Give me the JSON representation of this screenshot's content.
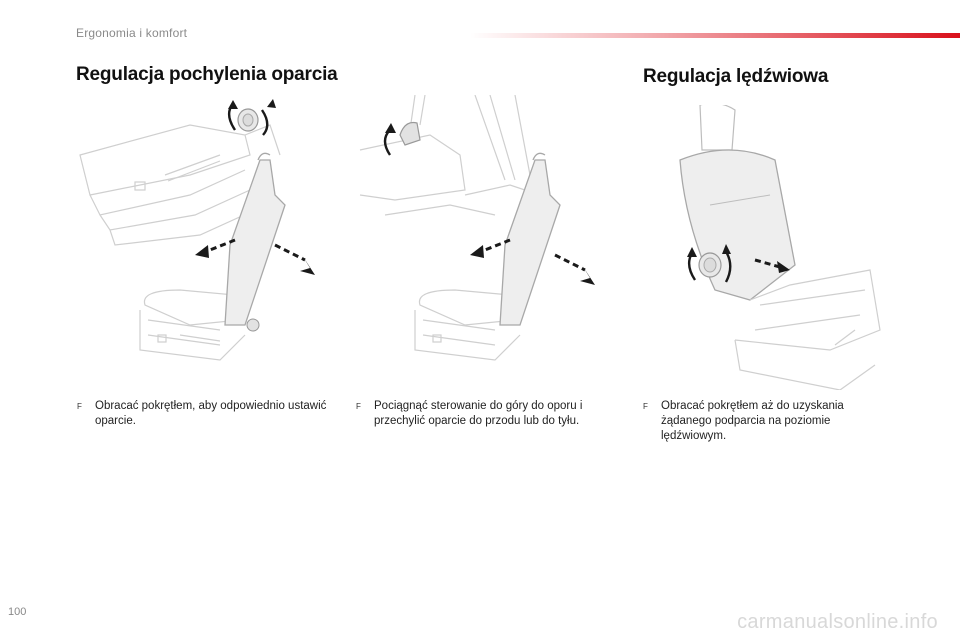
{
  "section_label": "Ergonomia i komfort",
  "headings": {
    "left": "Regulacja pochylenia oparcia",
    "right": "Regulacja lędźwiowa"
  },
  "instructions": [
    {
      "bullet": "F",
      "text": "Obracać pokrętłem, aby odpowiednio ustawić oparcie."
    },
    {
      "bullet": "F",
      "text": "Pociągnąć sterowanie do góry do oporu i przechylić oparcie do przodu lub do tyłu."
    },
    {
      "bullet": "F",
      "text": "Obracać pokrętłem aż do uzyskania żądanego podparcia na poziomie lędźwiowym."
    }
  ],
  "page_number": "100",
  "watermark": "carmanualsonline.info",
  "colors": {
    "accent": "#d9101b",
    "line_art": "#c9c9c9",
    "seat_fill": "#eeeeee",
    "arrow": "#1a1a1a"
  }
}
